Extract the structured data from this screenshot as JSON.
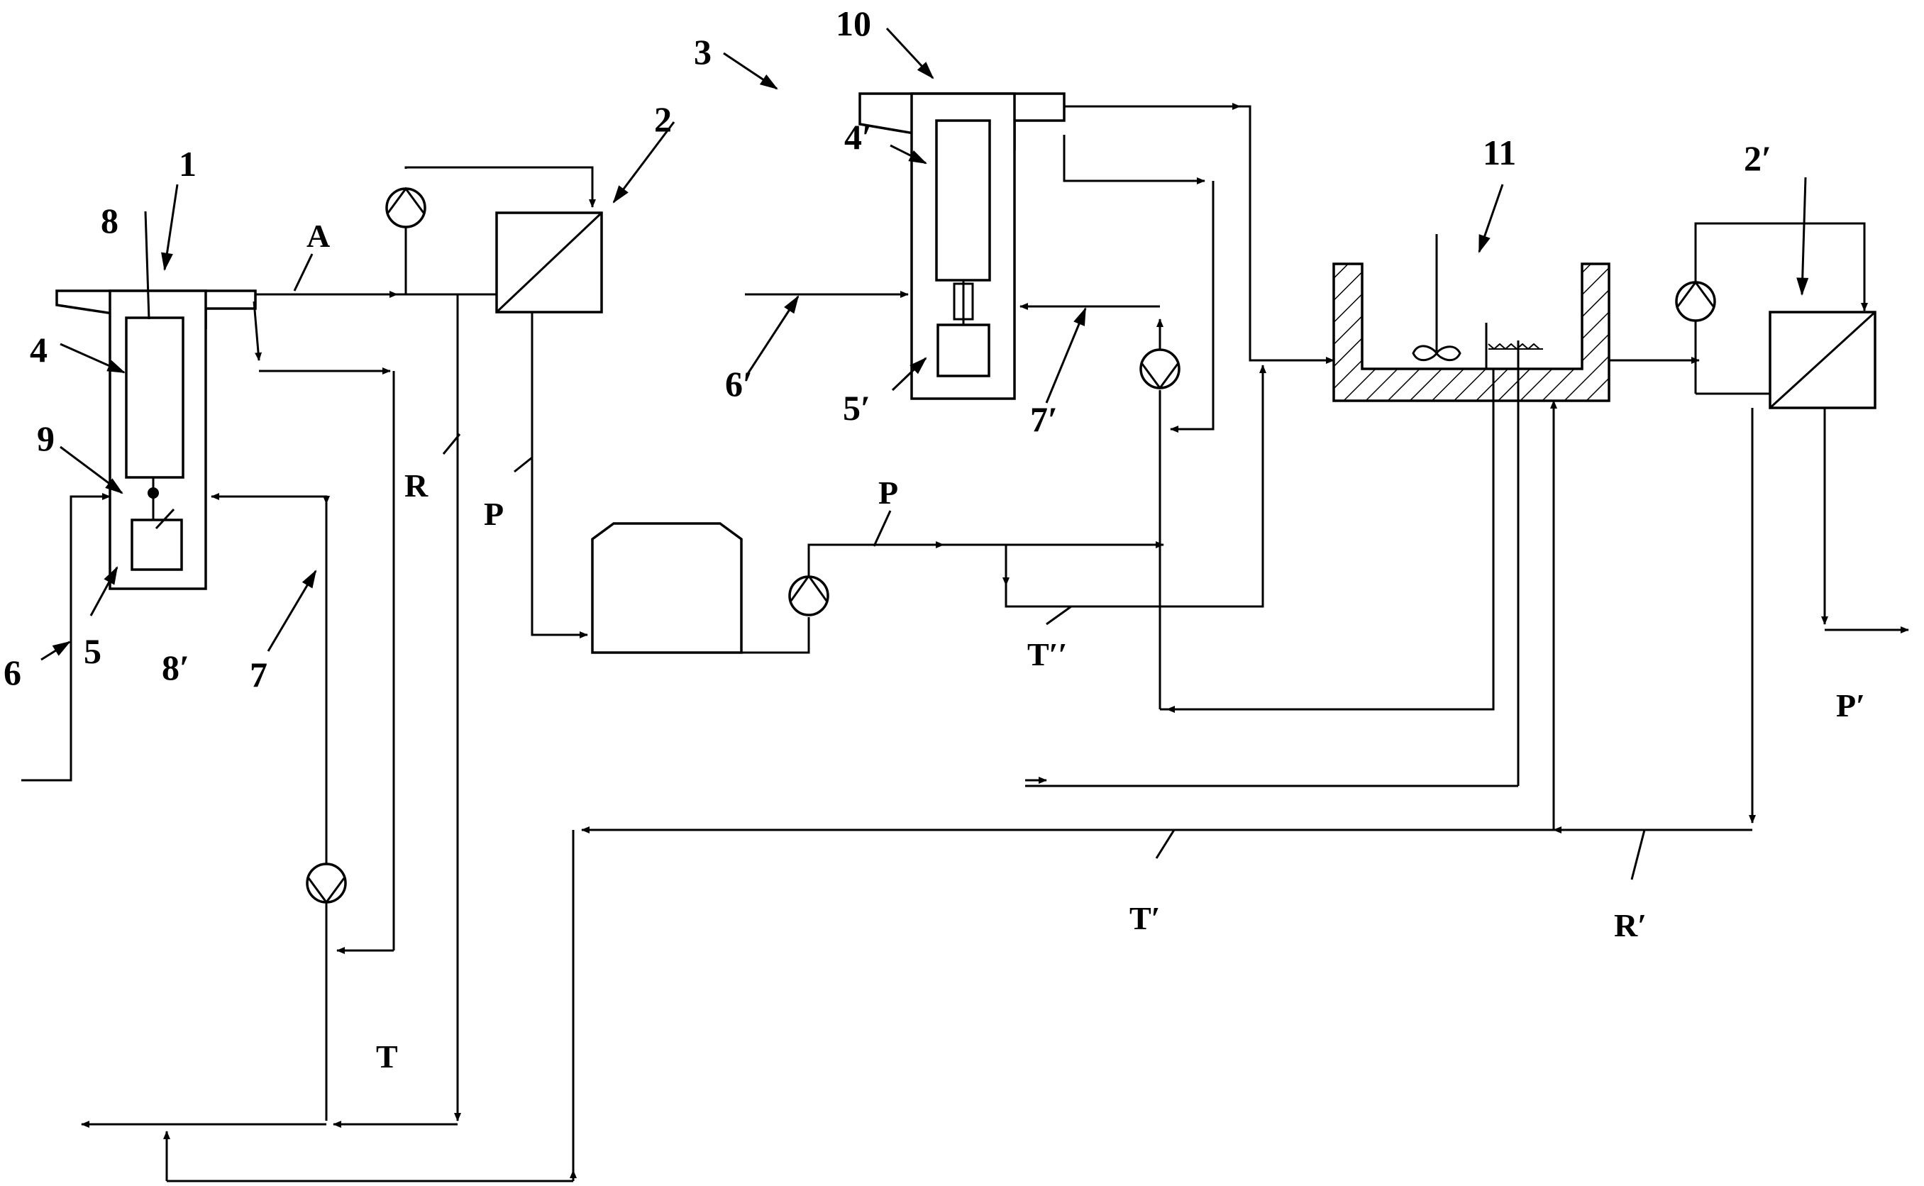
{
  "labels": {
    "n1": "1",
    "n2": "2",
    "n3": "3",
    "n4": "4",
    "n5": "5",
    "n6": "6",
    "n7": "7",
    "n8": "8",
    "n8p": "8′",
    "n9": "9",
    "n10": "10",
    "n11": "11",
    "n2p": "2′",
    "n4p": "4′",
    "n5p": "5′",
    "n6p": "6′",
    "n7p": "7′",
    "A": "A",
    "R": "R",
    "P1": "P",
    "P2": "P",
    "T": "T",
    "Tp": "T′",
    "Tpp": "T′′",
    "Rp": "R′",
    "Pp": "P′"
  },
  "colors": {
    "line": "#000000",
    "hatch": "#000000",
    "background": "#ffffff"
  },
  "icons": [
    "pump-symbol",
    "membrane-filter",
    "storage-tank",
    "stirrer-propeller",
    "hatched-vessel"
  ]
}
